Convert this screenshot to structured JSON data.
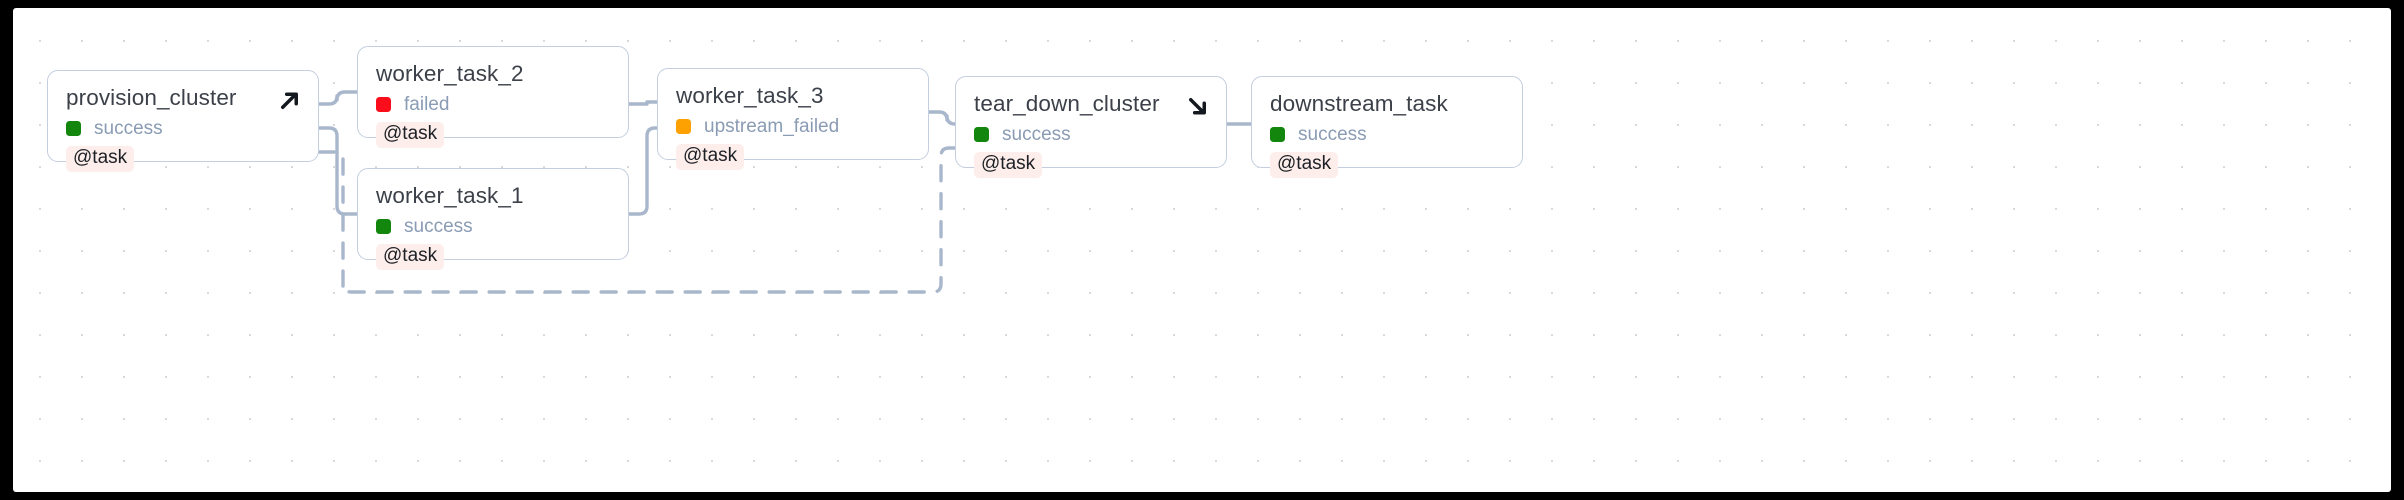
{
  "canvas": {
    "background_color": "#ffffff",
    "grid_dot_color": "#d8d8dc",
    "border_color": "#e2e4e8"
  },
  "style": {
    "node_border_color": "#c3cede",
    "node_background": "#ffffff",
    "edge_color": "#a9b7cc",
    "title_color": "#3c4149",
    "status_text_color": "#8a9bb4",
    "badge_background": "#fdeeec",
    "badge_text_color": "#1d2025",
    "success_color": "#12860d",
    "failed_color": "#fc0d1b",
    "upstream_failed_color": "#fda002"
  },
  "nodes": [
    {
      "id": "provision_cluster",
      "title": "provision_cluster",
      "status": "success",
      "status_color": "#12860d",
      "badge": "@task",
      "corner_icon": "arrow-up-right-icon",
      "corner_icon_glyph": "setup"
    },
    {
      "id": "worker_task_2",
      "title": "worker_task_2",
      "status": "failed",
      "status_color": "#fc0d1b",
      "badge": "@task",
      "corner_icon": null,
      "corner_icon_glyph": null
    },
    {
      "id": "worker_task_1",
      "title": "worker_task_1",
      "status": "success",
      "status_color": "#12860d",
      "badge": "@task",
      "corner_icon": null,
      "corner_icon_glyph": null
    },
    {
      "id": "worker_task_3",
      "title": "worker_task_3",
      "status": "upstream_failed",
      "status_color": "#fda002",
      "badge": "@task",
      "corner_icon": null,
      "corner_icon_glyph": null
    },
    {
      "id": "tear_down_cluster",
      "title": "tear_down_cluster",
      "status": "success",
      "status_color": "#12860d",
      "badge": "@task",
      "corner_icon": "arrow-down-right-icon",
      "corner_icon_glyph": "teardown"
    },
    {
      "id": "downstream_task",
      "title": "downstream_task",
      "status": "success",
      "status_color": "#12860d",
      "badge": "@task",
      "corner_icon": null,
      "corner_icon_glyph": null
    }
  ],
  "edges": [
    {
      "from": "provision_cluster",
      "to": "worker_task_2",
      "style": "solid"
    },
    {
      "from": "provision_cluster",
      "to": "worker_task_1",
      "style": "solid"
    },
    {
      "from": "provision_cluster",
      "to": "tear_down_cluster",
      "style": "dashed"
    },
    {
      "from": "worker_task_2",
      "to": "worker_task_3",
      "style": "solid"
    },
    {
      "from": "worker_task_1",
      "to": "worker_task_3",
      "style": "solid"
    },
    {
      "from": "worker_task_3",
      "to": "tear_down_cluster",
      "style": "solid"
    },
    {
      "from": "tear_down_cluster",
      "to": "downstream_task",
      "style": "solid"
    }
  ]
}
